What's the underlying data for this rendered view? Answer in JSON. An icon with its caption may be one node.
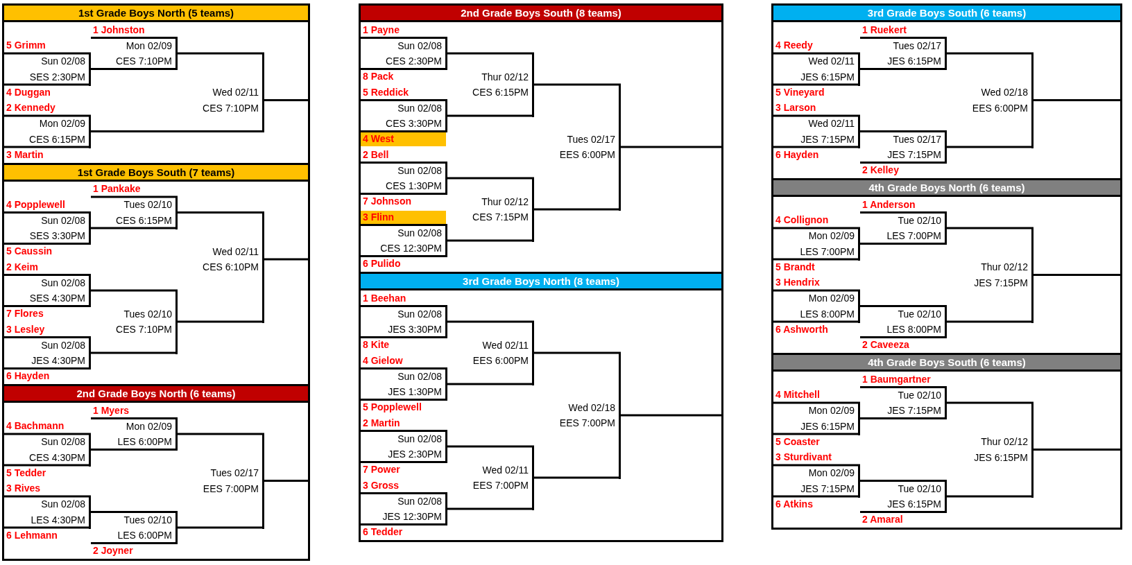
{
  "diagram": {
    "nodes": [
      {
        "text": [
          "1st Grade Boys North (5 teams)"
        ]
      },
      {
        "text": [
          "1 Johnston"
        ],
        "in": 0
      },
      {
        "text": [
          "5 Grimm"
        ],
        "in": 0
      },
      {
        "text": [
          "Mon 02/09",
          "CES 7:10PM"
        ],
        "in": 0
      },
      {
        "text": [
          "Sun 02/08",
          "SES 2:30PM"
        ],
        "in": 0
      },
      {
        "text": [
          "4 Duggan"
        ],
        "in": 0
      },
      {
        "text": [
          "Wed 02/11",
          "CES 7:10PM"
        ],
        "in": 0
      },
      {
        "text": [
          "2 Kennedy"
        ],
        "in": 0
      },
      {
        "text": [
          "Mon 02/09",
          "CES 6:15PM"
        ],
        "in": 0
      },
      {
        "text": [
          "3 Martin"
        ],
        "in": 0
      },
      {
        "text": [
          "1st Grade Boys South (7 teams)"
        ]
      },
      {
        "text": [
          "1 Pankake"
        ],
        "in": 10
      },
      {
        "text": [
          "4 Popplewell"
        ],
        "in": 10
      },
      {
        "text": [
          "Tues 02/10",
          "CES 6:15PM"
        ],
        "in": 10
      },
      {
        "text": [
          "Sun 02/08",
          "SES 3:30PM"
        ],
        "in": 10
      },
      {
        "text": [
          "5 Caussin"
        ],
        "in": 10
      },
      {
        "text": [
          "Wed 02/11",
          "CES 6:10PM"
        ],
        "in": 10
      },
      {
        "text": [
          "2 Keim"
        ],
        "in": 10
      },
      {
        "text": [
          "Sun 02/08",
          "SES 4:30PM"
        ],
        "in": 10
      },
      {
        "text": [
          "7 Flores"
        ],
        "in": 10
      },
      {
        "text": [
          "Tues 02/10",
          "CES 7:10PM"
        ],
        "in": 10
      },
      {
        "text": [
          "3 Lesley"
        ],
        "in": 10
      },
      {
        "text": [
          "Sun 02/08",
          "JES 4:30PM"
        ],
        "in": 10
      },
      {
        "text": [
          "6 Hayden"
        ],
        "in": 10
      },
      {
        "text": [
          "2nd Grade Boys North (6 teams)"
        ]
      },
      {
        "text": [
          "1 Myers"
        ],
        "in": 24
      },
      {
        "text": [
          "4 Bachmann"
        ],
        "in": 24
      },
      {
        "text": [
          "Mon 02/09",
          "LES 6:00PM"
        ],
        "in": 24
      },
      {
        "text": [
          "Sun 02/08",
          "CES 4:30PM"
        ],
        "in": 24
      },
      {
        "text": [
          "5 Tedder"
        ],
        "in": 24
      },
      {
        "text": [
          "Tues 02/17",
          "EES 7:00PM"
        ],
        "in": 24
      },
      {
        "text": [
          "3 Rives"
        ],
        "in": 24
      },
      {
        "text": [
          "Sun 02/08",
          "LES 4:30PM"
        ],
        "in": 24
      },
      {
        "text": [
          "Tues 02/10",
          "LES 6:00PM"
        ],
        "in": 24
      },
      {
        "text": [
          "6 Lehmann"
        ],
        "in": 24
      },
      {
        "text": [
          "2 Joyner"
        ],
        "in": 24
      },
      {
        "text": [
          "2nd Grade Boys South (8 teams)"
        ]
      },
      {
        "text": [
          "1 Payne"
        ],
        "in": 36
      },
      {
        "text": [
          "Sun 02/08",
          "CES 2:30PM"
        ],
        "in": 36
      },
      {
        "text": [
          "8 Pack"
        ],
        "in": 36
      },
      {
        "text": [
          "Thur 02/12",
          "CES 6:15PM"
        ],
        "in": 36
      },
      {
        "text": [
          "5 Reddick"
        ],
        "in": 36
      },
      {
        "text": [
          "Sun 02/08",
          "CES 3:30PM"
        ],
        "in": 36
      },
      {
        "text": [
          "4 West"
        ],
        "in": 36
      },
      {
        "text": [
          "Tues 02/17",
          "EES 6:00PM"
        ],
        "in": 36
      },
      {
        "text": [
          "2 Bell"
        ],
        "in": 36
      },
      {
        "text": [
          "Sun 02/08",
          "CES 1:30PM"
        ],
        "in": 36
      },
      {
        "text": [
          "7 Johnson"
        ],
        "in": 36
      },
      {
        "text": [
          "Thur 02/12",
          "CES 7:15PM"
        ],
        "in": 36
      },
      {
        "text": [
          "3 Flinn"
        ],
        "in": 36
      },
      {
        "text": [
          "Sun 02/08",
          "CES 12:30PM"
        ],
        "in": 36
      },
      {
        "text": [
          "6 Pulido"
        ],
        "in": 36
      },
      {
        "text": [
          "3rd Grade Boys North (8 teams)"
        ]
      },
      {
        "text": [
          "1 Beehan"
        ],
        "in": 52
      },
      {
        "text": [
          "Sun 02/08",
          "JES 3:30PM"
        ],
        "in": 52
      },
      {
        "text": [
          "8 Kite"
        ],
        "in": 52
      },
      {
        "text": [
          "Wed 02/11",
          "EES 6:00PM"
        ],
        "in": 52
      },
      {
        "text": [
          "4 Gielow"
        ],
        "in": 52
      },
      {
        "text": [
          "Sun 02/08",
          "JES 1:30PM"
        ],
        "in": 52
      },
      {
        "text": [
          "5 Popplewell"
        ],
        "in": 52
      },
      {
        "text": [
          "Wed 02/18",
          "EES 7:00PM"
        ],
        "in": 52
      },
      {
        "text": [
          "2 Martin"
        ],
        "in": 52
      },
      {
        "text": [
          "Sun 02/08",
          "JES 2:30PM"
        ],
        "in": 52
      },
      {
        "text": [
          "7 Power"
        ],
        "in": 52
      },
      {
        "text": [
          "Wed 02/11",
          "EES 7:00PM"
        ],
        "in": 52
      },
      {
        "text": [
          "3 Gross"
        ],
        "in": 52
      },
      {
        "text": [
          "Sun 02/08",
          "JES 12:30PM"
        ],
        "in": 52
      },
      {
        "text": [
          "6 Tedder"
        ],
        "in": 52
      },
      {
        "text": [
          "3rd Grade Boys South (6 teams)"
        ]
      },
      {
        "text": [
          "1 Ruekert"
        ],
        "in": 68
      },
      {
        "text": [
          "4 Reedy"
        ],
        "in": 68
      },
      {
        "text": [
          "Tues 02/17",
          "JES 6:15PM"
        ],
        "in": 68
      },
      {
        "text": [
          "Wed 02/11",
          "JES 6:15PM"
        ],
        "in": 68
      },
      {
        "text": [
          "5 Vineyard"
        ],
        "in": 68
      },
      {
        "text": [
          "Wed 02/18",
          "EES 6:00PM"
        ],
        "in": 68
      },
      {
        "text": [
          "3 Larson"
        ],
        "in": 68
      },
      {
        "text": [
          "Wed 02/11",
          "JES 7:15PM"
        ],
        "in": 68
      },
      {
        "text": [
          "Tues 02/17",
          "JES 7:15PM"
        ],
        "in": 68
      },
      {
        "text": [
          "6 Hayden"
        ],
        "in": 68
      },
      {
        "text": [
          "2 Kelley"
        ],
        "in": 68
      },
      {
        "text": [
          "4th Grade Boys North (6 teams)"
        ]
      },
      {
        "text": [
          "1 Anderson"
        ],
        "in": 80
      },
      {
        "text": [
          "4 Collignon"
        ],
        "in": 80
      },
      {
        "text": [
          "Tue 02/10",
          "LES 7:00PM"
        ],
        "in": 80
      },
      {
        "text": [
          "Mon 02/09",
          "LES 7:00PM"
        ],
        "in": 80
      },
      {
        "text": [
          "5 Brandt"
        ],
        "in": 80
      },
      {
        "text": [
          "Thur 02/12",
          "JES 7:15PM"
        ],
        "in": 80
      },
      {
        "text": [
          "3 Hendrix"
        ],
        "in": 80
      },
      {
        "text": [
          "Mon 02/09",
          "LES 8:00PM"
        ],
        "in": 80
      },
      {
        "text": [
          "Tue 02/10",
          "LES 8:00PM"
        ],
        "in": 80
      },
      {
        "text": [
          "6 Ashworth"
        ],
        "in": 80
      },
      {
        "text": [
          "2 Caveeza"
        ],
        "in": 80
      },
      {
        "text": [
          "4th Grade Boys South (6 teams)"
        ]
      },
      {
        "text": [
          "1 Baumgartner"
        ],
        "in": 92
      },
      {
        "text": [
          "4 Mitchell"
        ],
        "in": 92
      },
      {
        "text": [
          "Tue 02/10",
          "JES 7:15PM"
        ],
        "in": 92
      },
      {
        "text": [
          "Mon 02/09",
          "JES 6:15PM"
        ],
        "in": 92
      },
      {
        "text": [
          "5 Coaster"
        ],
        "in": 92
      },
      {
        "text": [
          "Thur 02/12",
          "JES 6:15PM"
        ],
        "in": 92
      },
      {
        "text": [
          "3 Sturdivant"
        ],
        "in": 92
      },
      {
        "text": [
          "Mon 02/09",
          "JES 7:15PM"
        ],
        "in": 92
      },
      {
        "text": [
          "Tue 02/10",
          "JES 6:15PM"
        ],
        "in": 92
      },
      {
        "text": [
          "6 Atkins"
        ],
        "in": 92
      },
      {
        "text": [
          "2 Amaral"
        ],
        "in": 92
      }
    ],
    "edges": [
      {
        "from": 2,
        "to": 4,
        "arrow": "none"
      },
      {
        "from": 5,
        "to": 4,
        "arrow": "none"
      },
      {
        "from": 1,
        "to": 3,
        "arrow": "none"
      },
      {
        "from": 4,
        "to": 3,
        "arrow": "none"
      },
      {
        "from": 7,
        "to": 8,
        "arrow": "none"
      },
      {
        "from": 9,
        "to": 8,
        "arrow": "none"
      },
      {
        "from": 3,
        "to": 6,
        "arrow": "none"
      },
      {
        "from": 8,
        "to": 6,
        "arrow": "none"
      },
      {
        "from": 6,
        "to": null,
        "arrow": "none"
      },
      {
        "from": 12,
        "to": 14,
        "arrow": "none"
      },
      {
        "from": 15,
        "to": 14,
        "arrow": "none"
      },
      {
        "from": 11,
        "to": 13,
        "arrow": "none"
      },
      {
        "from": 14,
        "to": 13,
        "arrow": "none"
      },
      {
        "from": 17,
        "to": 18,
        "arrow": "none"
      },
      {
        "from": 19,
        "to": 18,
        "arrow": "none"
      },
      {
        "from": 21,
        "to": 22,
        "arrow": "none"
      },
      {
        "from": 23,
        "to": 22,
        "arrow": "none"
      },
      {
        "from": 18,
        "to": 20,
        "arrow": "none"
      },
      {
        "from": 22,
        "to": 20,
        "arrow": "none"
      },
      {
        "from": 13,
        "to": 16,
        "arrow": "none"
      },
      {
        "from": 20,
        "to": 16,
        "arrow": "none"
      },
      {
        "from": 16,
        "to": null,
        "arrow": "none"
      },
      {
        "from": 26,
        "to": 28,
        "arrow": "none"
      },
      {
        "from": 29,
        "to": 28,
        "arrow": "none"
      },
      {
        "from": 25,
        "to": 27,
        "arrow": "none"
      },
      {
        "from": 28,
        "to": 27,
        "arrow": "none"
      },
      {
        "from": 31,
        "to": 32,
        "arrow": "none"
      },
      {
        "from": 34,
        "to": 32,
        "arrow": "none"
      },
      {
        "from": 32,
        "to": 33,
        "arrow": "none"
      },
      {
        "from": 35,
        "to": 33,
        "arrow": "none"
      },
      {
        "from": 27,
        "to": 30,
        "arrow": "none"
      },
      {
        "from": 33,
        "to": 30,
        "arrow": "none"
      },
      {
        "from": 30,
        "to": null,
        "arrow": "none"
      },
      {
        "from": 37,
        "to": 38,
        "arrow": "none"
      },
      {
        "from": 39,
        "to": 38,
        "arrow": "none"
      },
      {
        "from": 41,
        "to": 42,
        "arrow": "none"
      },
      {
        "from": 43,
        "to": 42,
        "arrow": "none"
      },
      {
        "from": 45,
        "to": 46,
        "arrow": "none"
      },
      {
        "from": 47,
        "to": 46,
        "arrow": "none"
      },
      {
        "from": 49,
        "to": 50,
        "arrow": "none"
      },
      {
        "from": 51,
        "to": 50,
        "arrow": "none"
      },
      {
        "from": 38,
        "to": 40,
        "arrow": "none"
      },
      {
        "from": 42,
        "to": 40,
        "arrow": "none"
      },
      {
        "from": 46,
        "to": 48,
        "arrow": "none"
      },
      {
        "from": 50,
        "to": 48,
        "arrow": "none"
      },
      {
        "from": 40,
        "to": 44,
        "arrow": "none"
      },
      {
        "from": 48,
        "to": 44,
        "arrow": "none"
      },
      {
        "from": 44,
        "to": null,
        "arrow": "none"
      },
      {
        "from": 53,
        "to": 54,
        "arrow": "none"
      },
      {
        "from": 55,
        "to": 54,
        "arrow": "none"
      },
      {
        "from": 57,
        "to": 58,
        "arrow": "none"
      },
      {
        "from": 59,
        "to": 58,
        "arrow": "none"
      },
      {
        "from": 61,
        "to": 62,
        "arrow": "none"
      },
      {
        "from": 63,
        "to": 62,
        "arrow": "none"
      },
      {
        "from": 65,
        "to": 66,
        "arrow": "none"
      },
      {
        "from": 67,
        "to": 66,
        "arrow": "none"
      },
      {
        "from": 54,
        "to": 56,
        "arrow": "none"
      },
      {
        "from": 58,
        "to": 56,
        "arrow": "none"
      },
      {
        "from": 62,
        "to": 64,
        "arrow": "none"
      },
      {
        "from": 66,
        "to": 64,
        "arrow": "none"
      },
      {
        "from": 56,
        "to": 60,
        "arrow": "none"
      },
      {
        "from": 64,
        "to": 60,
        "arrow": "none"
      },
      {
        "from": 60,
        "to": null,
        "arrow": "none"
      },
      {
        "from": 70,
        "to": 72,
        "arrow": "none"
      },
      {
        "from": 73,
        "to": 72,
        "arrow": "none"
      },
      {
        "from": 69,
        "to": 71,
        "arrow": "none"
      },
      {
        "from": 72,
        "to": 71,
        "arrow": "none"
      },
      {
        "from": 75,
        "to": 76,
        "arrow": "none"
      },
      {
        "from": 78,
        "to": 76,
        "arrow": "none"
      },
      {
        "from": 76,
        "to": 77,
        "arrow": "none"
      },
      {
        "from": 79,
        "to": 77,
        "arrow": "none"
      },
      {
        "from": 71,
        "to": 74,
        "arrow": "none"
      },
      {
        "from": 77,
        "to": 74,
        "arrow": "none"
      },
      {
        "from": 74,
        "to": null,
        "arrow": "none"
      },
      {
        "from": 82,
        "to": 84,
        "arrow": "none"
      },
      {
        "from": 85,
        "to": 84,
        "arrow": "none"
      },
      {
        "from": 81,
        "to": 83,
        "arrow": "none"
      },
      {
        "from": 84,
        "to": 83,
        "arrow": "none"
      },
      {
        "from": 87,
        "to": 88,
        "arrow": "none"
      },
      {
        "from": 90,
        "to": 88,
        "arrow": "none"
      },
      {
        "from": 88,
        "to": 89,
        "arrow": "none"
      },
      {
        "from": 91,
        "to": 89,
        "arrow": "none"
      },
      {
        "from": 83,
        "to": 86,
        "arrow": "none"
      },
      {
        "from": 89,
        "to": 86,
        "arrow": "none"
      },
      {
        "from": 86,
        "to": null,
        "arrow": "none"
      },
      {
        "from": 94,
        "to": 96,
        "arrow": "none"
      },
      {
        "from": 97,
        "to": 96,
        "arrow": "none"
      },
      {
        "from": 93,
        "to": 95,
        "arrow": "none"
      },
      {
        "from": 96,
        "to": 95,
        "arrow": "none"
      },
      {
        "from": 99,
        "to": 100,
        "arrow": "none"
      },
      {
        "from": 102,
        "to": 100,
        "arrow": "none"
      },
      {
        "from": 100,
        "to": 101,
        "arrow": "none"
      },
      {
        "from": 103,
        "to": 101,
        "arrow": "none"
      },
      {
        "from": 95,
        "to": 98,
        "arrow": "none"
      },
      {
        "from": 101,
        "to": 98,
        "arrow": "none"
      },
      {
        "from": 98,
        "to": null,
        "arrow": "none"
      }
    ]
  }
}
